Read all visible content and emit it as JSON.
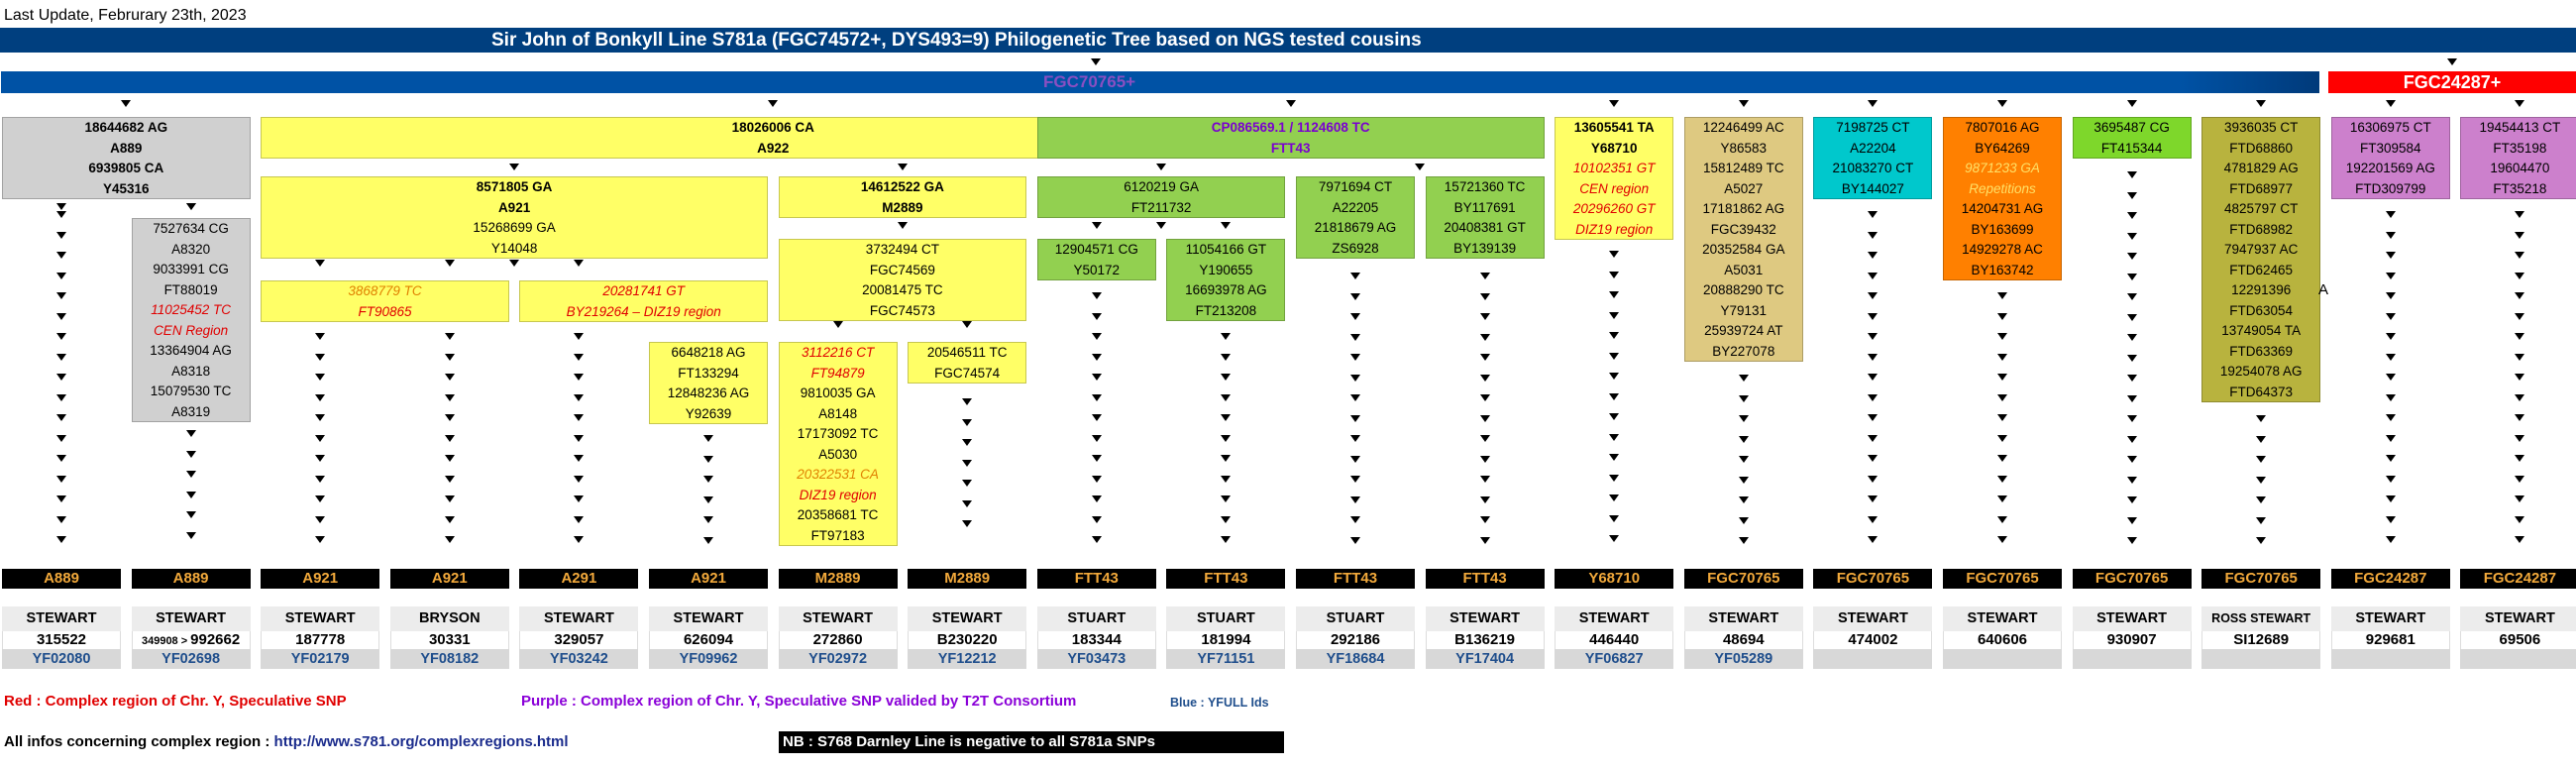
{
  "last_update": "Last Update, Februrary 23th, 2023",
  "title": "Sir John of Bonkyll Line S781a (FGC74572+, DYS493=9) Philogenetic Tree based on NGS tested cousins",
  "main_clade": "FGC70765+",
  "right_clade": "FGC24287+",
  "colors": {
    "title_bg": "#003f7f",
    "clade_bg": "#0052a5",
    "clade_text": "#8a4fc2",
    "right_clade_bg": "#ff0000",
    "grey": "#d0d0d0",
    "yellow": "#ffff66",
    "green": "#92d050",
    "cyan": "#00c8cc",
    "orange": "#ff8000",
    "tan": "#dec981",
    "lime": "#7ed72b",
    "olive": "#b8b33e",
    "pink": "#cc80cc",
    "hap_text": "#f2a93b"
  },
  "branches": {
    "g_top": [
      "18644682 AG",
      "A889",
      "6939805 CA",
      "Y45316"
    ],
    "g_sub": [
      "7527634 CG",
      "A8320",
      "9033991 CG",
      "FT88019",
      "11025452 TC",
      "CEN Region",
      "13364904 AG",
      "A8318",
      "15079530 TC",
      "A8319"
    ],
    "y_top": [
      "18026006 CA",
      "A922"
    ],
    "y_a921": [
      "8571805 GA",
      "A921",
      "15268699 GA",
      "Y14048"
    ],
    "y_c1": [
      "3868779 TC",
      "FT90865"
    ],
    "y_c2": [
      "20281741 GT",
      "BY219264 – DIZ19 region"
    ],
    "y_c4": [
      "6648218 AG",
      "FT133294",
      "12848236 AG",
      "Y92639"
    ],
    "y_m2889": [
      "14612522 GA",
      "M2889"
    ],
    "y_m_sub": [
      "3732494 CT",
      "FGC74569",
      "20081475 TC",
      "FGC74573"
    ],
    "y_c7": [
      "3112216 CT",
      "FT94879",
      "9810035 GA",
      "A8148",
      "17173092 TC",
      "A5030",
      "20322531 CA",
      "DIZ19 region",
      "20358681 TC",
      "FT97183"
    ],
    "y_c8": [
      "20546511 TC",
      "FGC74574"
    ],
    "gr_top": [
      "CP086569.1 / 1124608 TC",
      "FTT43"
    ],
    "gr_a": [
      "6120219 GA",
      "FT211732"
    ],
    "gr_c9": [
      "12904571 CG",
      "Y50172"
    ],
    "gr_c10": [
      "11054166 GT",
      "Y190655",
      "16693978 AG",
      "FT213208"
    ],
    "gr_c11": [
      "7971694 CT",
      "A22205",
      "21818679 AG",
      "ZS6928"
    ],
    "gr_c12": [
      "15721360 TC",
      "BY117691",
      "20408381 GT",
      "BY139139"
    ],
    "c13": [
      "13605541 TA",
      "Y68710",
      "10102351 GT",
      "CEN region",
      "20296260 GT",
      "DIZ19 region"
    ],
    "c14": [
      "12246499 AC",
      "Y86583",
      "15812489 TC",
      "A5027",
      "17181862 AG",
      "FGC39432",
      "20352584 GA",
      "A5031",
      "20888290 TC",
      "Y79131",
      "25939724 AT",
      "BY227078"
    ],
    "c15": [
      "7198725 CT",
      "A22204",
      "21083270 CT",
      "BY144027"
    ],
    "c16": [
      "7807016 AG",
      "BY64269",
      "9871233 GA",
      "Repetitions",
      "14204731 AG",
      "BY163699",
      "14929278 AC",
      "BY163742"
    ],
    "c17": [
      "3695487 CG",
      "FT415344"
    ],
    "c18": [
      "3936035 CT",
      "FTD68860",
      "4781829 AG",
      "FTD68977",
      "4825797 CT",
      "FTD68982",
      "7947937 AC",
      "FTD62465",
      "12291396",
      "FTD63054",
      "13749054 TA",
      "FTD63369",
      "19254078 AG",
      "FTD64373"
    ],
    "c19": [
      "16306975 CT",
      "FT309584",
      "192201569 AG",
      "FTD309799"
    ],
    "c20": [
      "19454413 CT",
      "FT35198",
      "19604470",
      "FT35218"
    ],
    "stray_a": "A"
  },
  "columns": [
    {
      "hap": "A889",
      "surname": "STEWART",
      "kit": "315522",
      "yfull": "YF02080"
    },
    {
      "hap": "A889",
      "surname": "STEWART",
      "kit_small": "349908 >",
      "kit": "992662",
      "yfull": "YF02698"
    },
    {
      "hap": "A921",
      "surname": "STEWART",
      "kit": "187778",
      "yfull": "YF02179"
    },
    {
      "hap": "A921",
      "surname": "BRYSON",
      "kit": "30331",
      "yfull": "YF08182"
    },
    {
      "hap": "A291",
      "surname": "STEWART",
      "kit": "329057",
      "yfull": "YF03242"
    },
    {
      "hap": "A921",
      "surname": "STEWART",
      "kit": "626094",
      "yfull": "YF09962"
    },
    {
      "hap": "M2889",
      "surname": "STEWART",
      "kit": "272860",
      "yfull": "YF02972"
    },
    {
      "hap": "M2889",
      "surname": "STEWART",
      "kit": "B230220",
      "yfull": "YF12212"
    },
    {
      "hap": "FTT43",
      "surname": "STUART",
      "kit": "183344",
      "yfull": "YF03473"
    },
    {
      "hap": "FTT43",
      "surname": "STUART",
      "kit": "181994",
      "yfull": "YF71151"
    },
    {
      "hap": "FTT43",
      "surname": "STUART",
      "kit": "292186",
      "yfull": "YF18684"
    },
    {
      "hap": "FTT43",
      "surname": "STEWART",
      "kit": "B136219",
      "yfull": "YF17404"
    },
    {
      "hap": "Y68710",
      "surname": "STEWART",
      "kit": "446440",
      "yfull": "YF06827"
    },
    {
      "hap": "FGC70765",
      "surname": "STEWART",
      "kit": "48694",
      "yfull": "YF05289"
    },
    {
      "hap": "FGC70765",
      "surname": "STEWART",
      "kit": "474002",
      "yfull": ""
    },
    {
      "hap": "FGC70765",
      "surname": "STEWART",
      "kit": "640606",
      "yfull": ""
    },
    {
      "hap": "FGC70765",
      "surname": "STEWART",
      "kit": "930907",
      "yfull": ""
    },
    {
      "hap": "FGC70765",
      "surname": "ROSS STEWART",
      "kit": "SI12689",
      "yfull": ""
    },
    {
      "hap": "FGC24287",
      "surname": "STEWART",
      "kit": "929681",
      "yfull": ""
    },
    {
      "hap": "FGC24287",
      "surname": "STEWART",
      "kit": "69506",
      "yfull": ""
    }
  ],
  "legend": {
    "red": "Red : Complex region of Chr. Y, Speculative SNP",
    "purple": "Purple : Complex region of Chr. Y, Speculative SNP valided by T2T Consortium",
    "blue": "Blue : YFULL Ids",
    "info_prefix": "All infos concerning complex region : ",
    "info_url": "http://www.s781.org/complexregions.html",
    "nb": "NB : S768 Darnley Line is negative to all S781a SNPs"
  }
}
